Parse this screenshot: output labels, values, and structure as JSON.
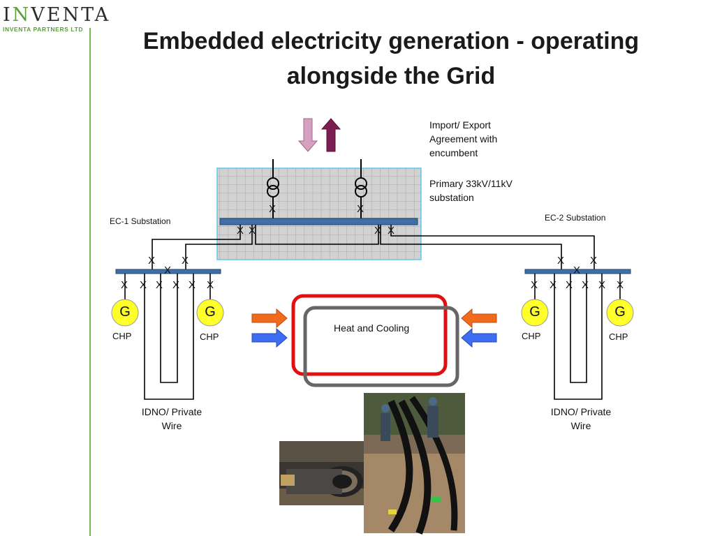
{
  "logo": {
    "main_prefix": "I",
    "main_v": "N",
    "main_rest": "VENTA",
    "sub": "INVENTA PARTNERS LTD"
  },
  "title": "Embedded electricity generation - operating alongside the Grid",
  "labels": {
    "import_export": "Import/ Export Agreement with encumbent",
    "primary_substation": "Primary 33kV/11kV substation",
    "ec1": "EC-1 Substation",
    "ec2": "EC-2 Substation",
    "heat_cooling": "Heat and Cooling",
    "idno_left": "IDNO/ Private Wire",
    "idno_right": "IDNO/ Private Wire"
  },
  "generators": [
    {
      "symbol": "G",
      "label": "CHP"
    },
    {
      "symbol": "G",
      "label": "CHP"
    },
    {
      "symbol": "G",
      "label": "CHP"
    },
    {
      "symbol": "G",
      "label": "CHP"
    }
  ],
  "breaker_symbol": "X",
  "colors": {
    "accent_green": "#79b750",
    "busbar": "#3f6fa6",
    "generator_fill": "#ffff2a",
    "import_arrow": "#d7a0c0",
    "export_arrow": "#7a1e52",
    "heat_arrow": "#f26b1d",
    "cool_arrow": "#3d6df2",
    "heat_loop": "#e01010",
    "cool_loop": "#666666",
    "substation_bg": "#d4d4d4",
    "substation_border": "#5fc8ec"
  }
}
